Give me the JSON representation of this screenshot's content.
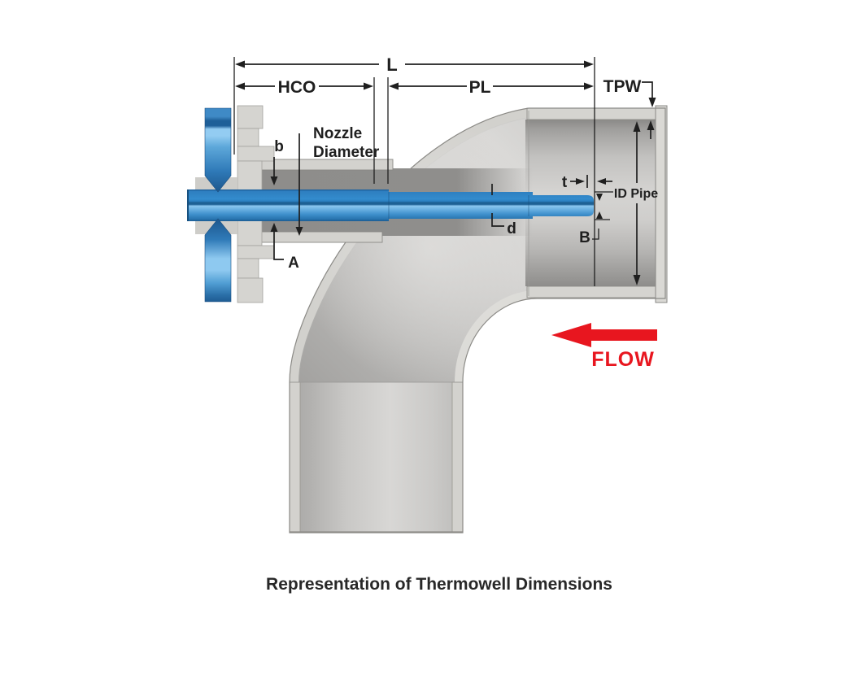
{
  "figure": {
    "caption": "Representation of Thermowell Dimensions",
    "flow": {
      "label": "FLOW",
      "color": "#e8161f"
    },
    "labels": {
      "l": "L",
      "hco": "HCO",
      "pl": "PL",
      "tpw": "TPW",
      "nozzle_diameter_line1": "Nozzle",
      "nozzle_diameter_line2": "Diameter",
      "b": "b",
      "a": "A",
      "t": "t",
      "d": "d",
      "b_cap": "B",
      "id_pipe": "ID Pipe"
    },
    "colors": {
      "thermowell_blue": "#2e84c4",
      "thermowell_highlight": "#7dbfe9",
      "flange_blue_light": "#8fc9ef",
      "pipe_gray_light": "#d5d4d0",
      "pipe_gray_mid": "#c6c5c2",
      "pipe_gray_dark": "#8e8d8b",
      "dimension_ink": "#1f1f1f",
      "flow_red": "#e8161f",
      "background": "#ffffff"
    }
  }
}
